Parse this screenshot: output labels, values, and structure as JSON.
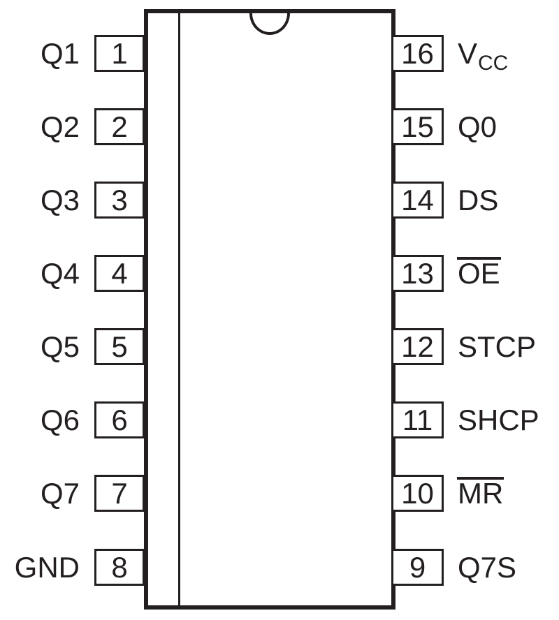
{
  "diagram": {
    "type": "ic-pinout-dip16",
    "description": "16-pin dual-in-line package pinout, pins 1-8 on left top-to-bottom, pins 16-9 on right top-to-bottom, orientation notch at top center",
    "colors": {
      "line": "#231f20",
      "background": "#ffffff"
    },
    "pins_left": [
      {
        "number": "1",
        "label": "Q1"
      },
      {
        "number": "2",
        "label": "Q2"
      },
      {
        "number": "3",
        "label": "Q3"
      },
      {
        "number": "4",
        "label": "Q4"
      },
      {
        "number": "5",
        "label": "Q5"
      },
      {
        "number": "6",
        "label": "Q6"
      },
      {
        "number": "7",
        "label": "Q7"
      },
      {
        "number": "8",
        "label": "GND"
      }
    ],
    "pins_right": [
      {
        "number": "16",
        "label": "V",
        "label_sub": "CC"
      },
      {
        "number": "15",
        "label": "Q0"
      },
      {
        "number": "14",
        "label": "DS"
      },
      {
        "number": "13",
        "label": "OE",
        "overline": true
      },
      {
        "number": "12",
        "label": "STCP"
      },
      {
        "number": "11",
        "label": "SHCP"
      },
      {
        "number": "10",
        "label": "MR",
        "overline": true
      },
      {
        "number": "9",
        "label": "Q7S"
      }
    ]
  }
}
